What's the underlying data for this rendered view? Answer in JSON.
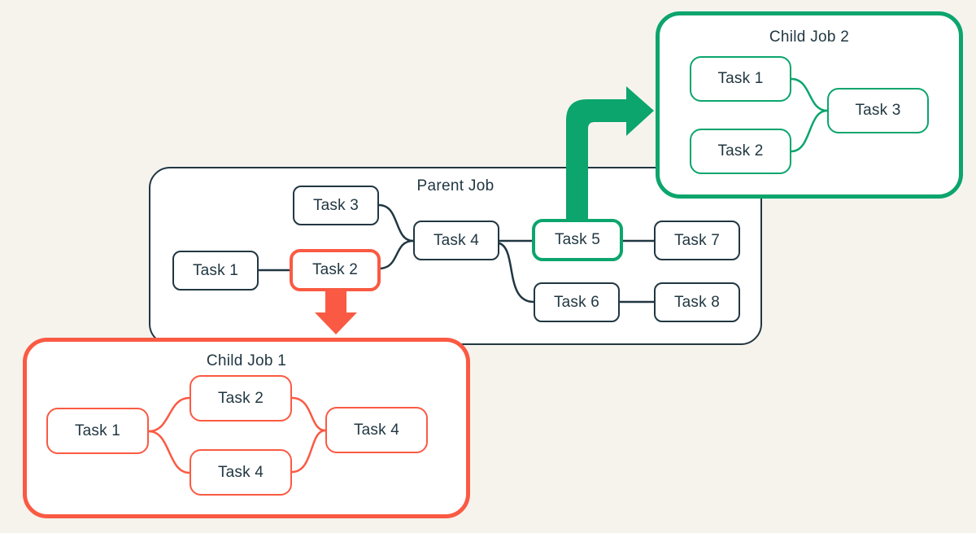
{
  "colors": {
    "background": "#f6f3ed",
    "ink": "#213742",
    "green": "#0ba56d",
    "red": "#fa5a43",
    "white": "#ffffff"
  },
  "parent_job": {
    "title": "Parent Job",
    "tasks": {
      "t1": "Task 1",
      "t2": "Task 2",
      "t3": "Task 3",
      "t4": "Task 4",
      "t5": "Task 5",
      "t6": "Task 6",
      "t7": "Task 7",
      "t8": "Task 8"
    },
    "highlighted_red_task": "Task 2",
    "highlighted_green_task": "Task 5",
    "edges": [
      "Task 1 → Task 2",
      "Task 3 → Task 4",
      "Task 2 → Task 4",
      "Task 4 → Task 5",
      "Task 4 → Task 6",
      "Task 5 → Task 7",
      "Task 6 → Task 8"
    ]
  },
  "child_job_2": {
    "title": "Child Job 2",
    "tasks": {
      "t1": "Task 1",
      "t2": "Task 2",
      "t3": "Task 3"
    },
    "edges": [
      "Task 1 → Task 3",
      "Task 2 → Task 3"
    ],
    "accent": "#0ba56d"
  },
  "child_job_1": {
    "title": "Child Job 1",
    "tasks": {
      "left": "Task 1",
      "top": "Task 2",
      "bottom": "Task 4",
      "right": "Task 4"
    },
    "edges": [
      "Task 1 → Task 2",
      "Task 1 → Task 4",
      "Task 2 → Task 4",
      "Task 4 → Task 4"
    ],
    "accent": "#fa5a43"
  },
  "cross_job_links": [
    "Parent Job Task 2 → Child Job 1 (red arrow)",
    "Parent Job Task 5 → Child Job 2 (green arrow)"
  ]
}
